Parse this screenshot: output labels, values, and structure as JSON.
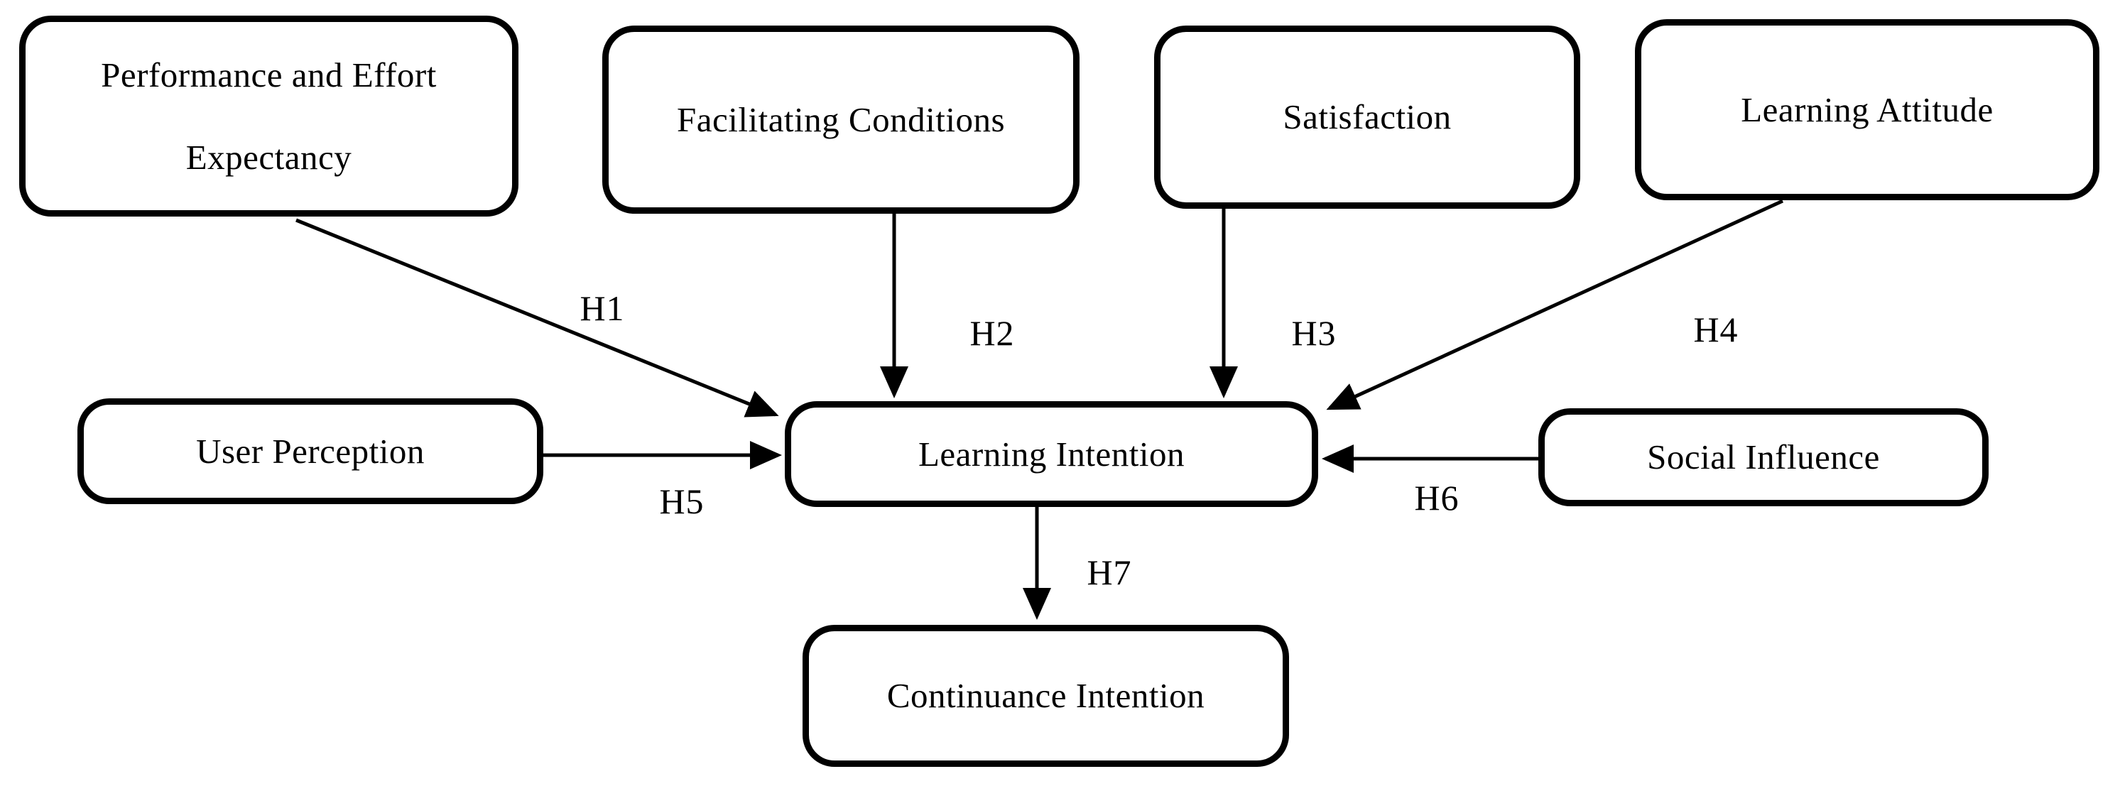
{
  "diagram": {
    "background_color": "#ffffff",
    "line_color": "#000000",
    "nodes": {
      "performance_effort_expectancy": {
        "line1": "Performance and Effort",
        "line2": "Expectancy"
      },
      "facilitating_conditions": {
        "label": "Facilitating Conditions"
      },
      "satisfaction": {
        "label": "Satisfaction"
      },
      "learning_attitude": {
        "label": "Learning Attitude"
      },
      "user_perception": {
        "label": "User Perception"
      },
      "learning_intention": {
        "label": "Learning Intention"
      },
      "social_influence": {
        "label": "Social Influence"
      },
      "continuance_intention": {
        "label": "Continuance Intention"
      }
    },
    "edges": {
      "h1": {
        "label": "H1",
        "from": "performance_effort_expectancy",
        "to": "learning_intention"
      },
      "h2": {
        "label": "H2",
        "from": "facilitating_conditions",
        "to": "learning_intention"
      },
      "h3": {
        "label": "H3",
        "from": "satisfaction",
        "to": "learning_intention"
      },
      "h4": {
        "label": "H4",
        "from": "learning_attitude",
        "to": "learning_intention"
      },
      "h5": {
        "label": "H5",
        "from": "user_perception",
        "to": "learning_intention"
      },
      "h6": {
        "label": "H6",
        "from": "social_influence",
        "to": "learning_intention"
      },
      "h7": {
        "label": "H7",
        "from": "learning_intention",
        "to": "continuance_intention"
      }
    }
  }
}
